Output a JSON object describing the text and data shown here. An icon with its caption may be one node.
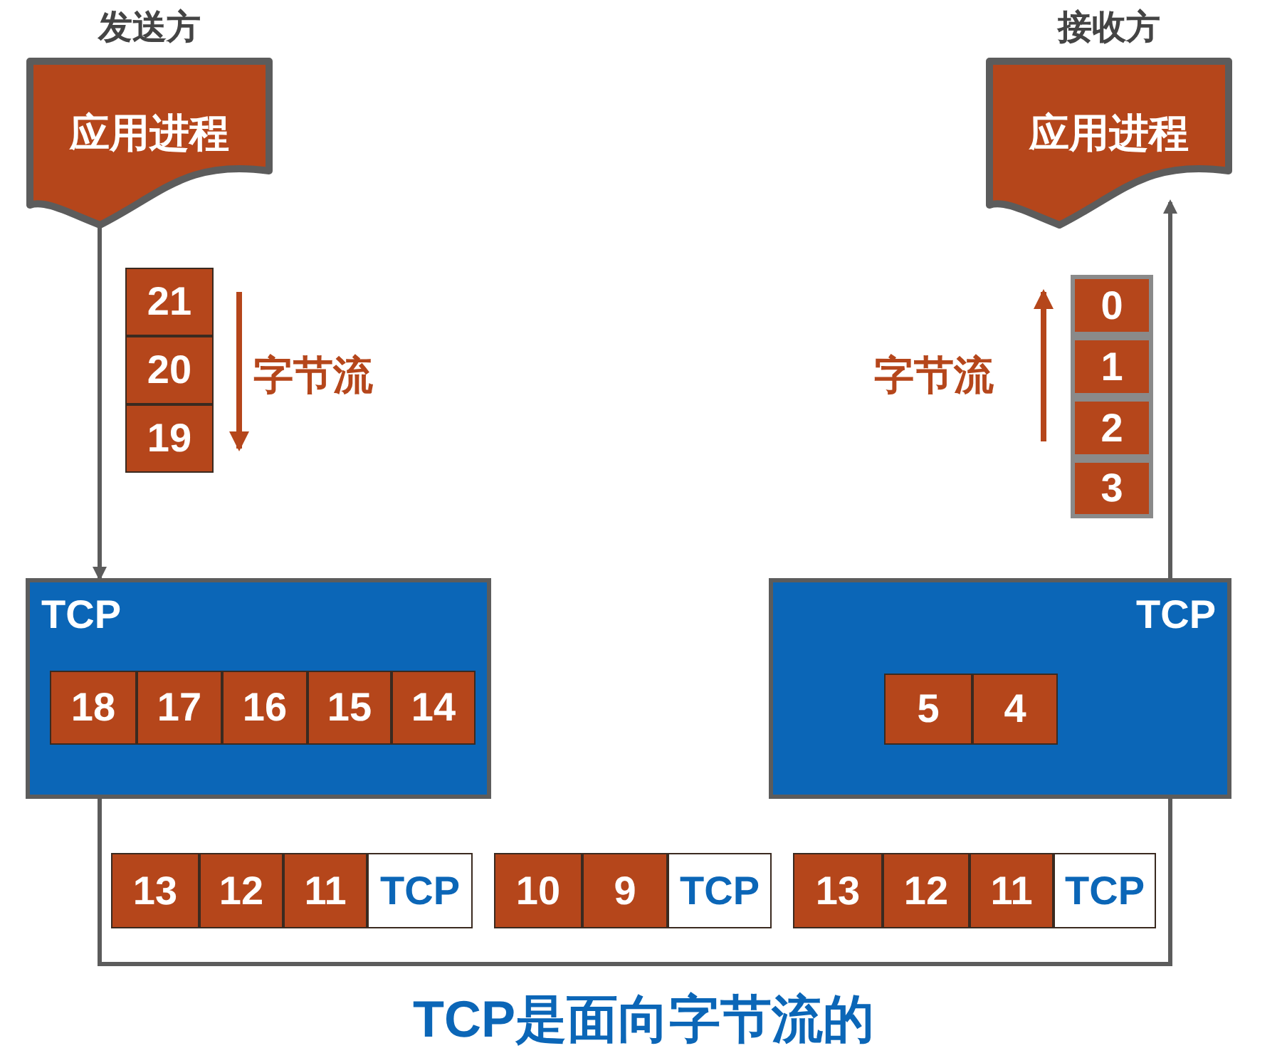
{
  "diagram": {
    "caption": "TCP是面向字节流的",
    "nodes": [
      {
        "text": [
          "发送方",
          "应用进程"
        ]
      },
      {
        "text": [
          "接收方",
          "应用进程"
        ]
      },
      {
        "text": [
          "21"
        ]
      },
      {
        "text": [
          "20"
        ]
      },
      {
        "text": [
          "19"
        ]
      },
      {
        "text": [
          "0"
        ]
      },
      {
        "text": [
          "1"
        ]
      },
      {
        "text": [
          "2"
        ]
      },
      {
        "text": [
          "3"
        ]
      },
      {
        "text": [
          "TCP"
        ]
      },
      {
        "text": [
          "18"
        ],
        "in": 9
      },
      {
        "text": [
          "17"
        ],
        "in": 9
      },
      {
        "text": [
          "16"
        ],
        "in": 9
      },
      {
        "text": [
          "15"
        ],
        "in": 9
      },
      {
        "text": [
          "14"
        ],
        "in": 9
      },
      {
        "text": [
          "TCP"
        ]
      },
      {
        "text": [
          "5"
        ],
        "in": 15
      },
      {
        "text": [
          "4"
        ],
        "in": 15
      },
      {
        "text": [
          "13"
        ]
      },
      {
        "text": [
          "12"
        ]
      },
      {
        "text": [
          "11"
        ]
      },
      {
        "text": [
          "TCP"
        ]
      },
      {
        "text": [
          "10"
        ]
      },
      {
        "text": [
          "9"
        ]
      },
      {
        "text": [
          "TCP"
        ]
      },
      {
        "text": [
          "13"
        ]
      },
      {
        "text": [
          "12"
        ]
      },
      {
        "text": [
          "11"
        ]
      },
      {
        "text": [
          "TCP"
        ]
      }
    ],
    "edges": [
      {
        "from": 0,
        "to": 9,
        "arrow": "to"
      },
      {
        "from": 9,
        "to": 15,
        "arrow": "none"
      },
      {
        "from": 15,
        "to": 1,
        "arrow": "to"
      }
    ],
    "labels": [
      "字节流",
      "字节流"
    ]
  }
}
